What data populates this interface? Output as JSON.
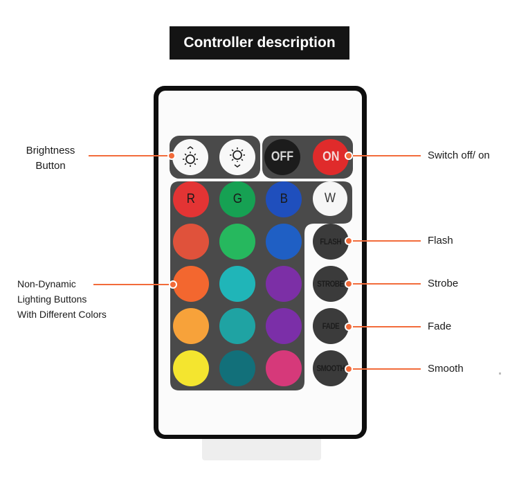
{
  "title": "Controller description",
  "remote": {
    "brightness_buttons": [
      {
        "icon": "brightness-up-icon"
      },
      {
        "icon": "brightness-down-icon"
      }
    ],
    "power_buttons": [
      {
        "label": "OFF",
        "color": "#1c1c1c",
        "text_color": "#d6d6d6"
      },
      {
        "label": "ON",
        "color": "#e02b2b",
        "text_color": "#f4d9d9"
      }
    ],
    "rgbw_labels": [
      "R",
      "G",
      "B",
      "W"
    ],
    "color_rows": [
      [
        "#e33434",
        "#16a153",
        "#1f4fbd"
      ],
      [
        "#e0523b",
        "#26b85e",
        "#1f5fc4"
      ],
      [
        "#f3672f",
        "#20b5b8",
        "#7c2fa6"
      ],
      [
        "#f7a23a",
        "#1fa3a3",
        "#7b2fa8"
      ],
      [
        "#f4e52f",
        "#12707a",
        "#d6397a"
      ]
    ],
    "function_labels": [
      "FLASH",
      "STROBE",
      "FADE",
      "SMOOTH"
    ]
  },
  "callouts": {
    "brightness": [
      "Brightness",
      "Button"
    ],
    "switch": "Switch off/ on",
    "flash": "Flash",
    "strobe": "Strobe",
    "fade": "Fade",
    "smooth": "Smooth",
    "non_dynamic": [
      "Non-Dynamic",
      "Lighting Buttons",
      "With Different Colors"
    ]
  },
  "colors": {
    "accent": "#f26b3a",
    "remote_frame": "#0e0e0e",
    "button_panel": "#4a4a4a",
    "function_button": "#3b3b3b"
  }
}
